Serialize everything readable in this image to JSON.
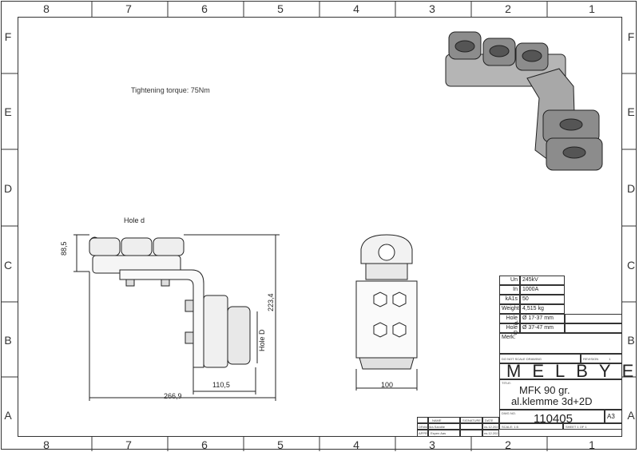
{
  "zones": {
    "columns": [
      "8",
      "7",
      "6",
      "5",
      "4",
      "3",
      "2",
      "1"
    ],
    "rows": [
      "F",
      "E",
      "D",
      "C",
      "B",
      "A"
    ]
  },
  "note": "Tightening torque: 75Nm",
  "side_view": {
    "hole_d_label": "Hole d",
    "hole_D_label": "Hole D",
    "dim_height": "88,5",
    "dim_total_height": "223,4",
    "dim_offset": "110,5",
    "dim_width": "266,9"
  },
  "front_view": {
    "dim_width": "100"
  },
  "specs": [
    {
      "label": "Un",
      "value": "245kV"
    },
    {
      "label": "In",
      "value": "1000A"
    },
    {
      "label": "kA1s",
      "value": "50"
    },
    {
      "label": "Weight",
      "value": "4,515 kg"
    },
    {
      "label": "Hole d",
      "value": "Ø 17-37 mm"
    },
    {
      "label": "Hole D",
      "value": "Ø 37-47 mm"
    }
  ],
  "title_block": {
    "merk_label": "Merk:",
    "do_not_scale": "DO NOT SCALE DRAWING",
    "revision_label": "REVISION",
    "revision_value": "1",
    "company": "MELBYE",
    "title_label": "TITLE:",
    "title_line1": "MFK 90 gr.",
    "title_line2": "al.klemme 3d+2D",
    "dwg_no_label": "DWG NO.",
    "dwg_no": "110405",
    "size": "A3",
    "scale_label": "SCALE: 1:5",
    "sheet_label": "SHEET 1 OF 1",
    "rev_headers": [
      "NAME",
      "SIGNATURE",
      "DATE"
    ],
    "rev_rows": [
      {
        "role": "DRAWN",
        "name": "ra.Sandlie",
        "date": "ns.12.2021"
      },
      {
        "role": "APPR",
        "name": "Espen Aas",
        "date": "ns.12.2021"
      }
    ]
  }
}
